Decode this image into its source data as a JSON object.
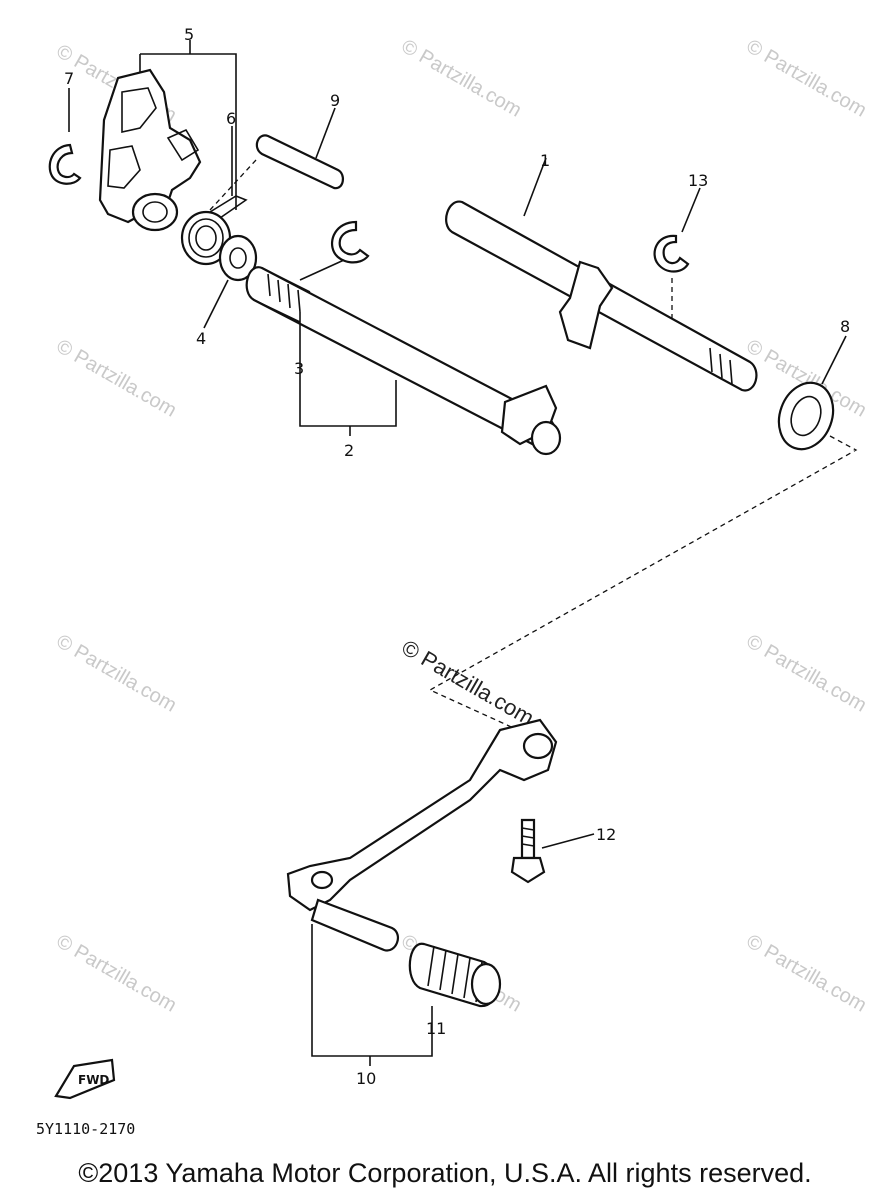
{
  "diagram": {
    "part_labels": [
      "1",
      "2",
      "3",
      "4",
      "5",
      "6",
      "7",
      "8",
      "9",
      "10",
      "11",
      "12",
      "13"
    ],
    "diagram_code": "5Y1110-2170",
    "fwd_label": "FWD",
    "watermark": "© Partzilla.com",
    "copyright": "©2013 Yamaha Motor Corporation, U.S.A. All rights reserved."
  }
}
